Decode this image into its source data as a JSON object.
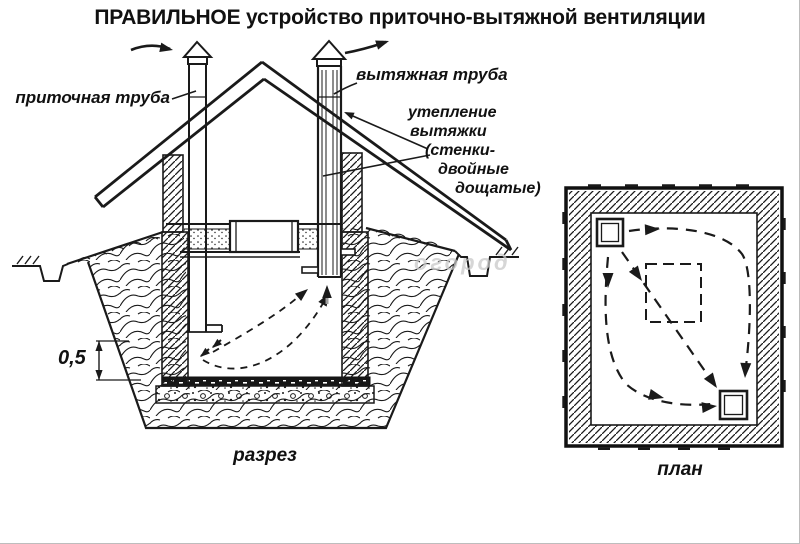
{
  "title": "ПРАВИЛЬНОЕ устройство приточно-вытяжной вентиляции",
  "colors": {
    "ink": "#1a1a1a",
    "background": "#ffffff",
    "watermark_gray": "#c9c9c9",
    "flow_arrow_gray": "#9f9f9f"
  },
  "cross_section": {
    "caption": "разрез",
    "labels": {
      "supply_pipe": "приточная труба",
      "exhaust_pipe": "вытяжная труба",
      "insulation_line1": "утепление",
      "insulation_line2": "вытяжки",
      "insulation_line3": "(стенки-",
      "insulation_line4": "двойные",
      "insulation_line5": "дощатые)",
      "depth_dimension": "0,5"
    }
  },
  "plan_view": {
    "caption": "план"
  },
  "watermark_text": "огород"
}
